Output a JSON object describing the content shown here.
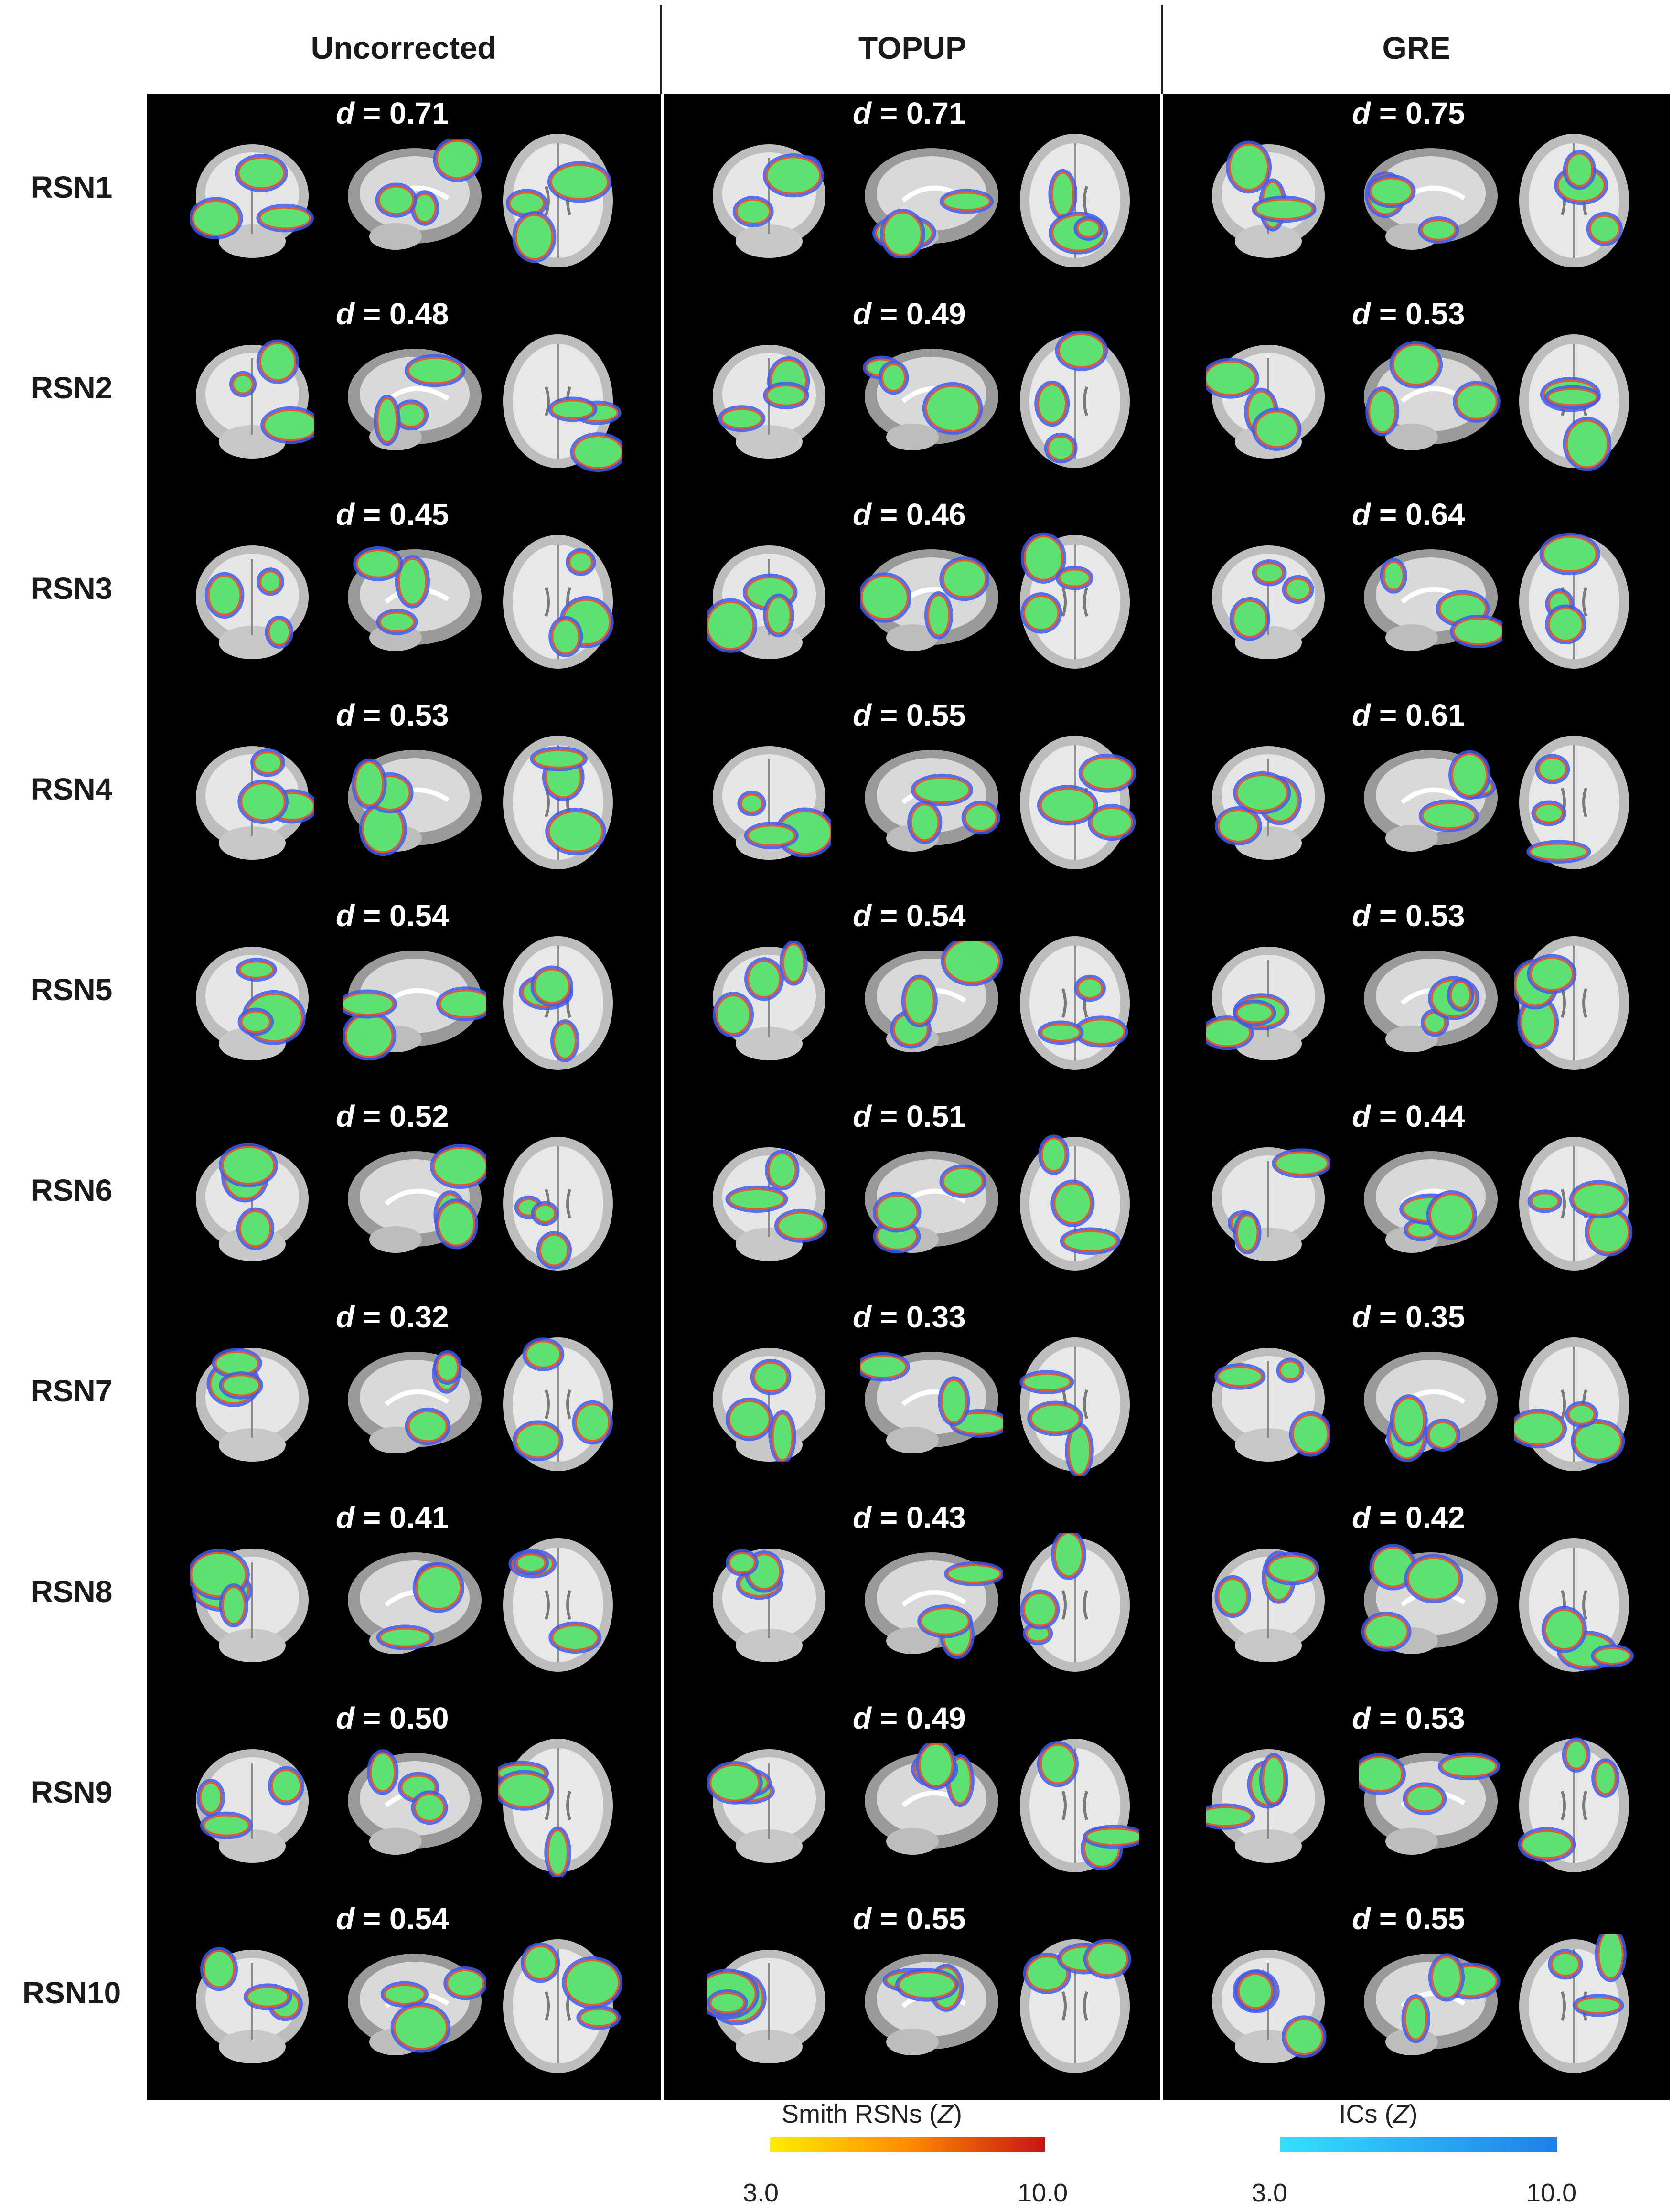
{
  "columns": [
    "Uncorrected",
    "TOPUP",
    "GRE"
  ],
  "rows": [
    {
      "label": "RSN1",
      "d": [
        "0.71",
        "0.71",
        "0.75"
      ]
    },
    {
      "label": "RSN2",
      "d": [
        "0.48",
        "0.49",
        "0.53"
      ]
    },
    {
      "label": "RSN3",
      "d": [
        "0.45",
        "0.46",
        "0.64"
      ]
    },
    {
      "label": "RSN4",
      "d": [
        "0.53",
        "0.55",
        "0.61"
      ]
    },
    {
      "label": "RSN5",
      "d": [
        "0.54",
        "0.54",
        "0.53"
      ]
    },
    {
      "label": "RSN6",
      "d": [
        "0.52",
        "0.51",
        "0.44"
      ]
    },
    {
      "label": "RSN7",
      "d": [
        "0.32",
        "0.33",
        "0.35"
      ]
    },
    {
      "label": "RSN8",
      "d": [
        "0.41",
        "0.43",
        "0.42"
      ]
    },
    {
      "label": "RSN9",
      "d": [
        "0.50",
        "0.49",
        "0.53"
      ]
    },
    {
      "label": "RSN10",
      "d": [
        "0.54",
        "0.55",
        "0.55"
      ]
    }
  ],
  "d_prefix": "d",
  "d_equals": " = ",
  "legend": {
    "smith": {
      "label": "Smith RSNs",
      "unit": "Z",
      "min": "3.0",
      "max": "10.0",
      "colors": [
        "#ffee00",
        "#ff8c00",
        "#c81414"
      ]
    },
    "ics": {
      "label": "ICs",
      "unit": "Z",
      "min": "3.0",
      "max": "10.0",
      "colors": [
        "#33e0ff",
        "#1f7fe8"
      ]
    }
  }
}
